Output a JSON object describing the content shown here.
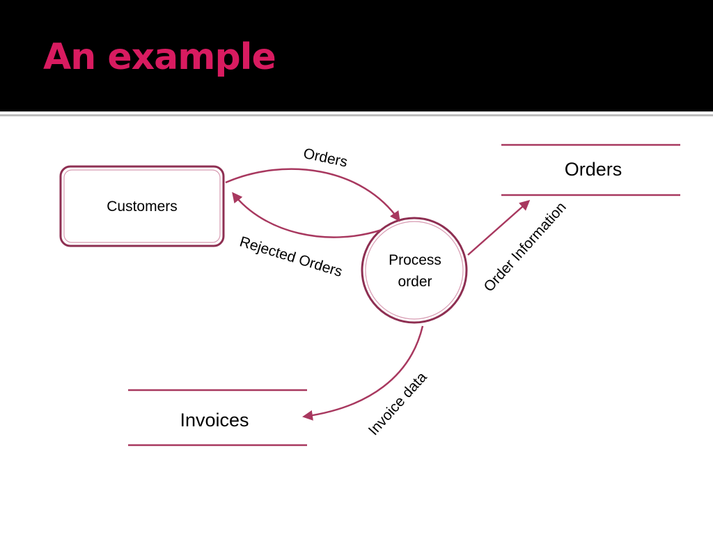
{
  "slide": {
    "title": "An example",
    "accent_color": "#d81b60",
    "line_color": "#a8385f"
  },
  "diagram": {
    "entities": [
      {
        "id": "customers",
        "type": "external-entity",
        "label": "Customers"
      }
    ],
    "processes": [
      {
        "id": "process-order",
        "type": "process",
        "label_lines": [
          "Process",
          "order"
        ]
      }
    ],
    "data_stores": [
      {
        "id": "orders-store",
        "label": "Orders"
      },
      {
        "id": "invoices-store",
        "label": "Invoices"
      }
    ],
    "flows": [
      {
        "id": "flow-orders",
        "label": "Orders",
        "from": "Customers",
        "to": "Process order"
      },
      {
        "id": "flow-rejected",
        "label": "Rejected Orders",
        "from": "Process order",
        "to": "Customers"
      },
      {
        "id": "flow-order-info",
        "label": "Order Information",
        "from": "Process order",
        "to": "Orders"
      },
      {
        "id": "flow-invoice",
        "label": "Invoice data",
        "from": "Process order",
        "to": "Invoices"
      }
    ]
  }
}
